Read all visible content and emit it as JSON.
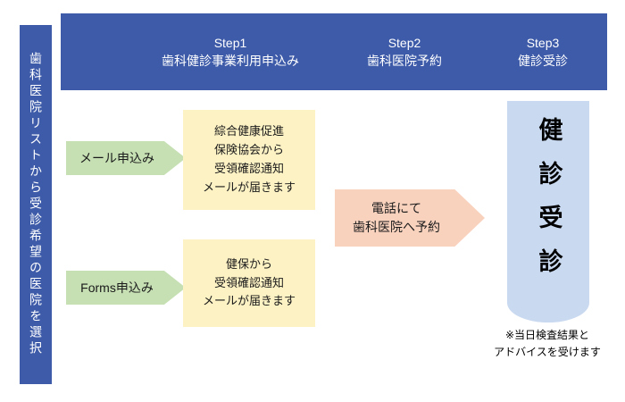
{
  "colors": {
    "primary_blue": "#3e5ba9",
    "light_yellow": "#fdf2c4",
    "light_green": "#c6e0b4",
    "peach": "#f9d2be",
    "light_blue": "#c9d9f0"
  },
  "sidebar": {
    "label": "歯科医院リストから受診希望の医院を選択"
  },
  "header": {
    "steps": [
      {
        "title": "Step1",
        "subtitle": "歯科健診事業利用申込み"
      },
      {
        "title": "Step2",
        "subtitle": "歯科医院予約"
      },
      {
        "title": "Step3",
        "subtitle": "健診受診"
      }
    ]
  },
  "flow": {
    "mail_arrow_label": "メール申込み",
    "mail_result_note": "綜合健康促進\n保険協会から\n受領確認通知\nメールが届きます",
    "forms_arrow_label": "Forms申込み",
    "forms_result_note": "健保から\n受領確認通知\nメールが届きます",
    "phone_arrow_label": "電話にて\n歯科医院へ予約",
    "exam_label": "健診受診",
    "exam_footnote": "※当日検査結果と\nアドバイスを受けます"
  }
}
